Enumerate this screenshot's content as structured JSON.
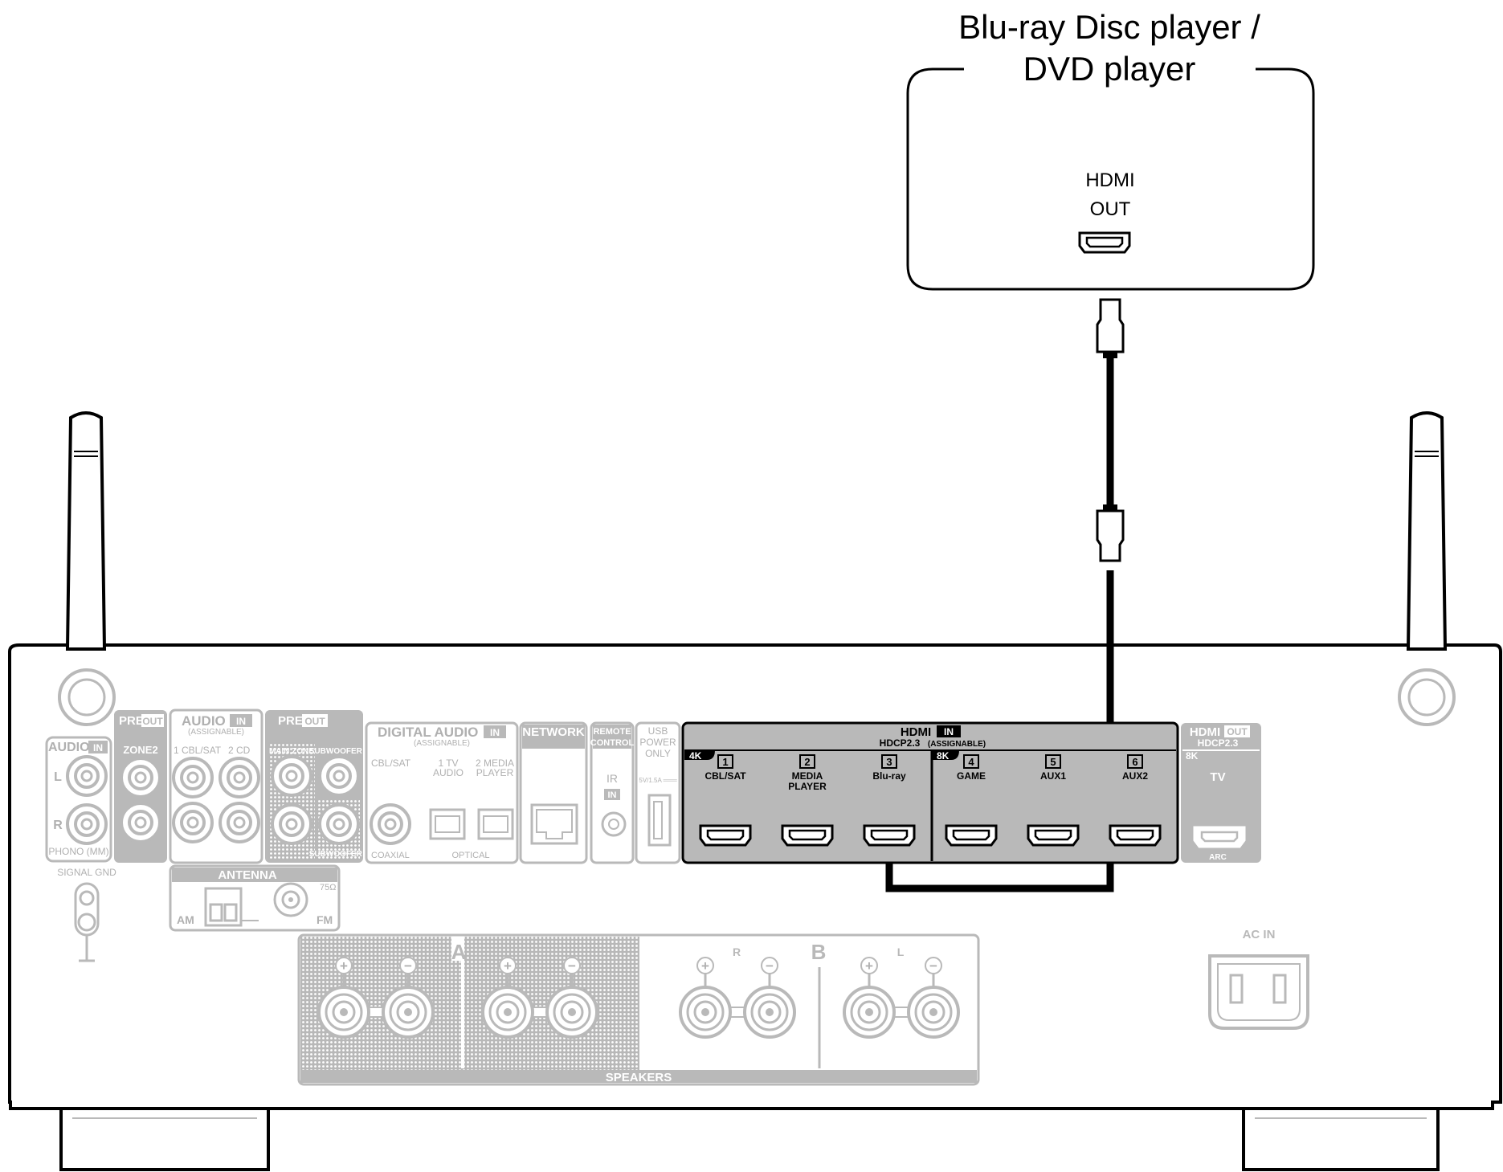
{
  "device": {
    "title_line1": "Blu-ray Disc player /",
    "title_line2": "DVD player",
    "port_line1": "HDMI",
    "port_line2": "OUT"
  },
  "receiver": {
    "audio_in": {
      "title": "AUDIO",
      "badge": "IN",
      "left": "L",
      "right": "R",
      "phono": "PHONO (MM)",
      "signal_gnd": "SIGNAL GND"
    },
    "pre_out_zone2": {
      "title": "PRE",
      "badge": "OUT",
      "zone": "ZONE2"
    },
    "audio_in_assignable": {
      "title": "AUDIO",
      "badge": "IN",
      "sub": "(ASSIGNABLE)",
      "ch1": "1 CBL/SAT",
      "ch2": "2  CD"
    },
    "pre_out_main": {
      "title": "PRE",
      "badge": "OUT",
      "main_zone": "MAIN ZONE",
      "sub1": "SUBWOOFER 1",
      "sub2": "SUBWOOFER 2"
    },
    "digital_audio": {
      "title": "DIGITAL AUDIO",
      "badge": "IN",
      "sub": "(ASSIGNABLE)",
      "cbl": "CBL/SAT",
      "tv_a": "1   TV",
      "tv_b": "AUDIO",
      "mp_a": "2  MEDIA",
      "mp_b": "PLAYER",
      "coaxial": "COAXIAL",
      "optical": "OPTICAL"
    },
    "network": {
      "title": "NETWORK"
    },
    "remote": {
      "line1": "REMOTE",
      "line2": "CONTROL",
      "ir": "IR",
      "badge": "IN"
    },
    "usb": {
      "line1": "USB",
      "line2": "POWER",
      "line3": "ONLY",
      "rating": "5V/1.5A ═══"
    },
    "hdmi_in": {
      "title": "HDMI",
      "badge": "IN",
      "hdcp": "HDCP2.3",
      "assignable": "(ASSIGNABLE)",
      "tag_4k": "4K",
      "tag_8k": "8K",
      "ports": [
        {
          "num": "1",
          "label1": "CBL/SAT",
          "label2": ""
        },
        {
          "num": "2",
          "label1": "MEDIA",
          "label2": "PLAYER"
        },
        {
          "num": "3",
          "label1": "Blu-ray",
          "label2": ""
        },
        {
          "num": "4",
          "label1": "GAME",
          "label2": ""
        },
        {
          "num": "5",
          "label1": "AUX1",
          "label2": ""
        },
        {
          "num": "6",
          "label1": "AUX2",
          "label2": ""
        }
      ]
    },
    "hdmi_out": {
      "title": "HDMI",
      "badge": "OUT",
      "hdcp": "HDCP2.3",
      "tag": "8K",
      "tv": "TV",
      "arc": "ARC"
    },
    "antenna": {
      "title": "ANTENNA",
      "am": "AM",
      "fm": "FM",
      "ohm": "75Ω"
    },
    "speakers": {
      "title": "SPEAKERS",
      "zone_a": "A",
      "zone_b": "B",
      "right": "R",
      "left": "L",
      "plus": "+",
      "minus": "−"
    },
    "ac_in": "AC IN"
  }
}
